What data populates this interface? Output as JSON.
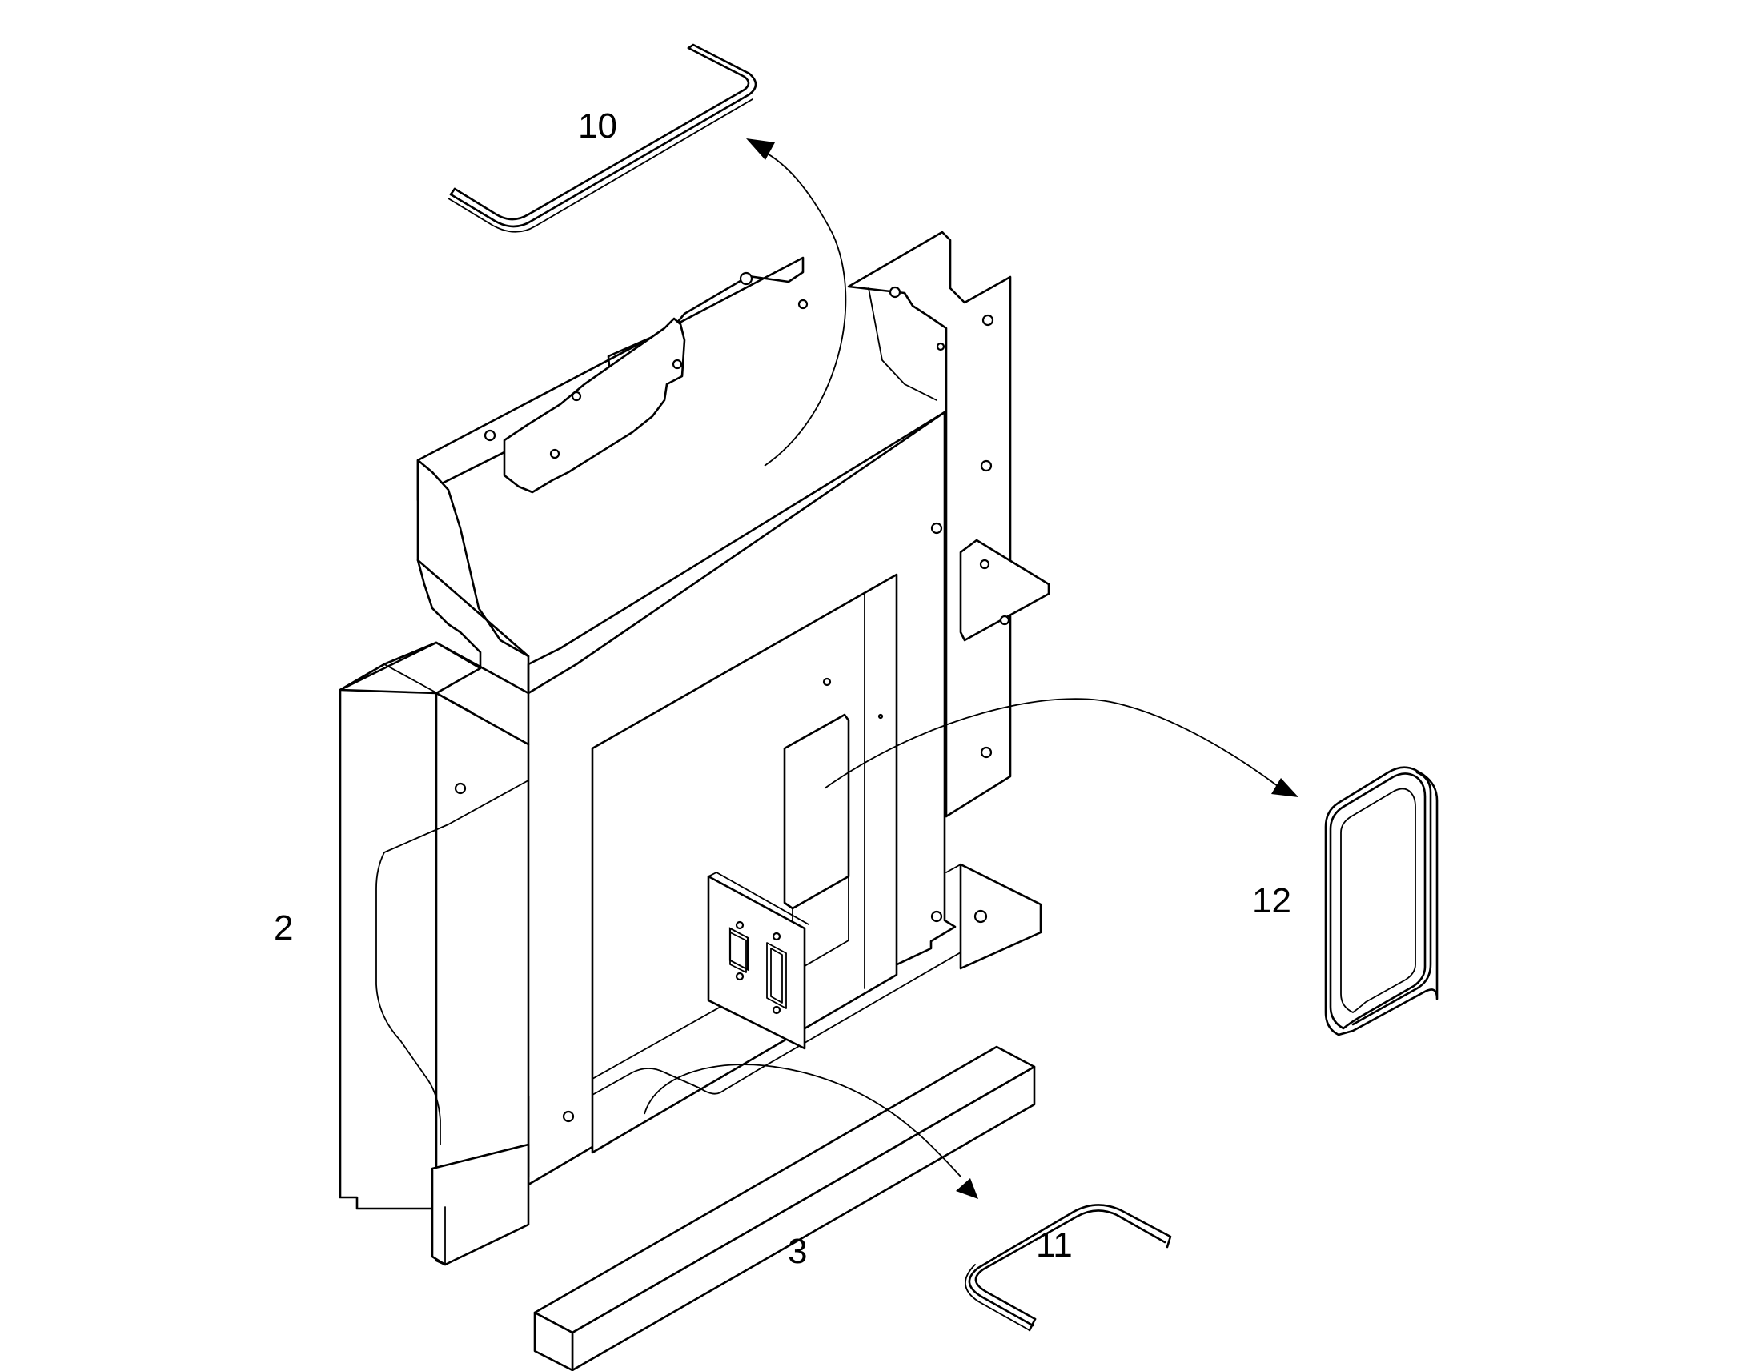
{
  "labels": {
    "frame": "2",
    "base_bar": "3",
    "upper_seal": "10",
    "lower_seal": "11",
    "window_gasket": "12"
  }
}
